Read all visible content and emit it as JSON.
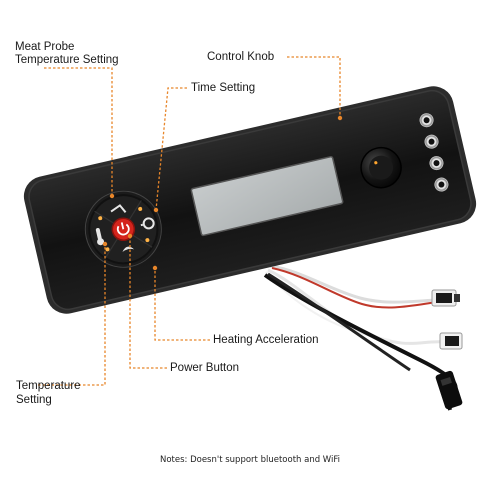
{
  "labels": {
    "meat_probe_line1": "Meat Probe",
    "meat_probe_line2": "Temperature Setting",
    "control_knob": "Control Knob",
    "time_setting": "Time Setting",
    "heating_acceleration": "Heating Acceleration",
    "power_button": "Power Button",
    "temperature_line1": "Temperature",
    "temperature_line2": "Setting"
  },
  "note": "Notes: Doesn't support bluetooth and WiFi",
  "colors": {
    "callout": "#e8862a",
    "panel": "#151515",
    "panel_edge": "#3a3a3a",
    "screen": "#b9bdbe",
    "power_button": "#d4241c"
  },
  "icons": [
    "probe-icon",
    "thermometer-icon",
    "timer-icon",
    "flame-icon",
    "power-icon",
    "knob-icon"
  ]
}
